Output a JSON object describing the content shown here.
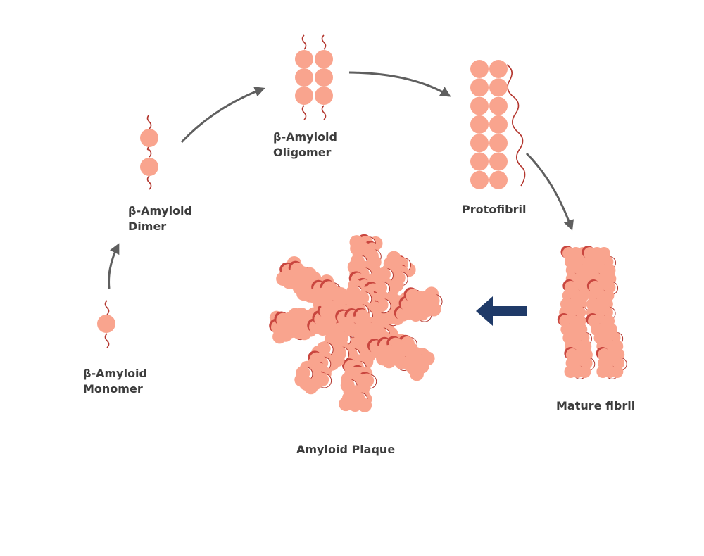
{
  "colors": {
    "bead": "#f9a48e",
    "bead_shadow": "#c9463f",
    "strand": "#b3362e",
    "arrow": "#5f5f5f",
    "block_arrow": "#1f3a68",
    "text": "#3d3d3d"
  },
  "stages": {
    "monomer": {
      "line1": "β-Amyloid",
      "line2": "Monomer"
    },
    "dimer": {
      "line1": "β-Amyloid",
      "line2": "Dimer"
    },
    "oligomer": {
      "line1": "β-Amyloid",
      "line2": "Oligomer"
    },
    "protofibril": {
      "label": "Protofibril"
    },
    "mature_fibril": {
      "label": "Mature fibril"
    },
    "plaque": {
      "label": "Amyloid Plaque"
    }
  },
  "arrows": {
    "curved": "curved-arrow",
    "block": "block-arrow-left"
  }
}
